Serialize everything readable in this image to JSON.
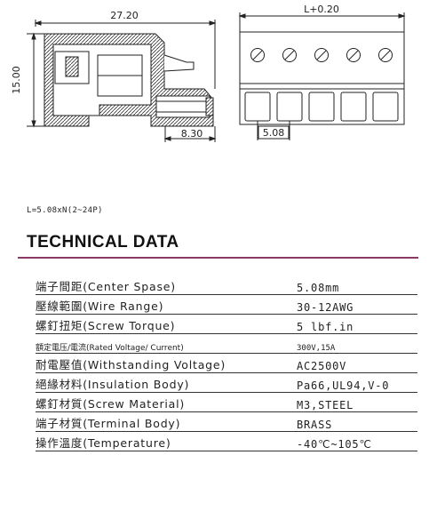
{
  "drawing": {
    "dim_width": "27.20",
    "dim_height": "15.00",
    "dim_pin": "8.30",
    "dim_length": "L+0.20",
    "dim_pitch": "5.08"
  },
  "formula": "L=5.08xN(2~24P)",
  "section_title": "TECHNICAL DATA",
  "specs": [
    {
      "label": "端子間距(Center Spase)",
      "value": "5.08mm"
    },
    {
      "label": "壓線範圍(Wire Range)",
      "value": "30-12AWG"
    },
    {
      "label": "螺釘扭矩(Screw Torque)",
      "value": "5 lbf.in"
    },
    {
      "label": "額定電压/電流(Rated Voltage/ Current)",
      "value": "300V,15A"
    },
    {
      "label": "耐電壓值(Withstanding Voltage)",
      "value": "AC2500V"
    },
    {
      "label": "絕緣材料(Insulation Body)",
      "value": "Pa66,UL94,V-0"
    },
    {
      "label": "螺釘材質(Screw Material)",
      "value": "M3,STEEL"
    },
    {
      "label": "端子材質(Terminal Body)",
      "value": "BRASS"
    },
    {
      "label": "操作溫度(Temperature)",
      "value": "-40℃~105℃"
    }
  ]
}
